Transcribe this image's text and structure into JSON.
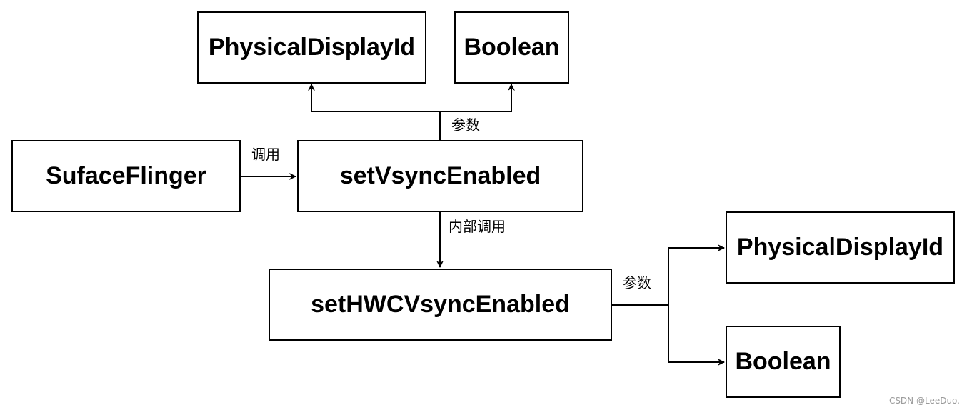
{
  "nodes": {
    "top_physical_display_id": "PhysicalDisplayId",
    "top_boolean": "Boolean",
    "suface_flinger": "SufaceFlinger",
    "set_vsync_enabled": "setVsyncEnabled",
    "set_hwc_vsync_enabled": "setHWCVsyncEnabled",
    "right_physical_display_id": "PhysicalDisplayId",
    "right_boolean": "Boolean"
  },
  "edge_labels": {
    "call": "调用",
    "params_top": "参数",
    "internal_call": "内部调用",
    "params_right": "参数"
  },
  "watermark": "CSDN @LeeDuo.",
  "colors": {
    "stroke": "#000000",
    "background": "#ffffff",
    "watermark": "#9a9a9a"
  }
}
